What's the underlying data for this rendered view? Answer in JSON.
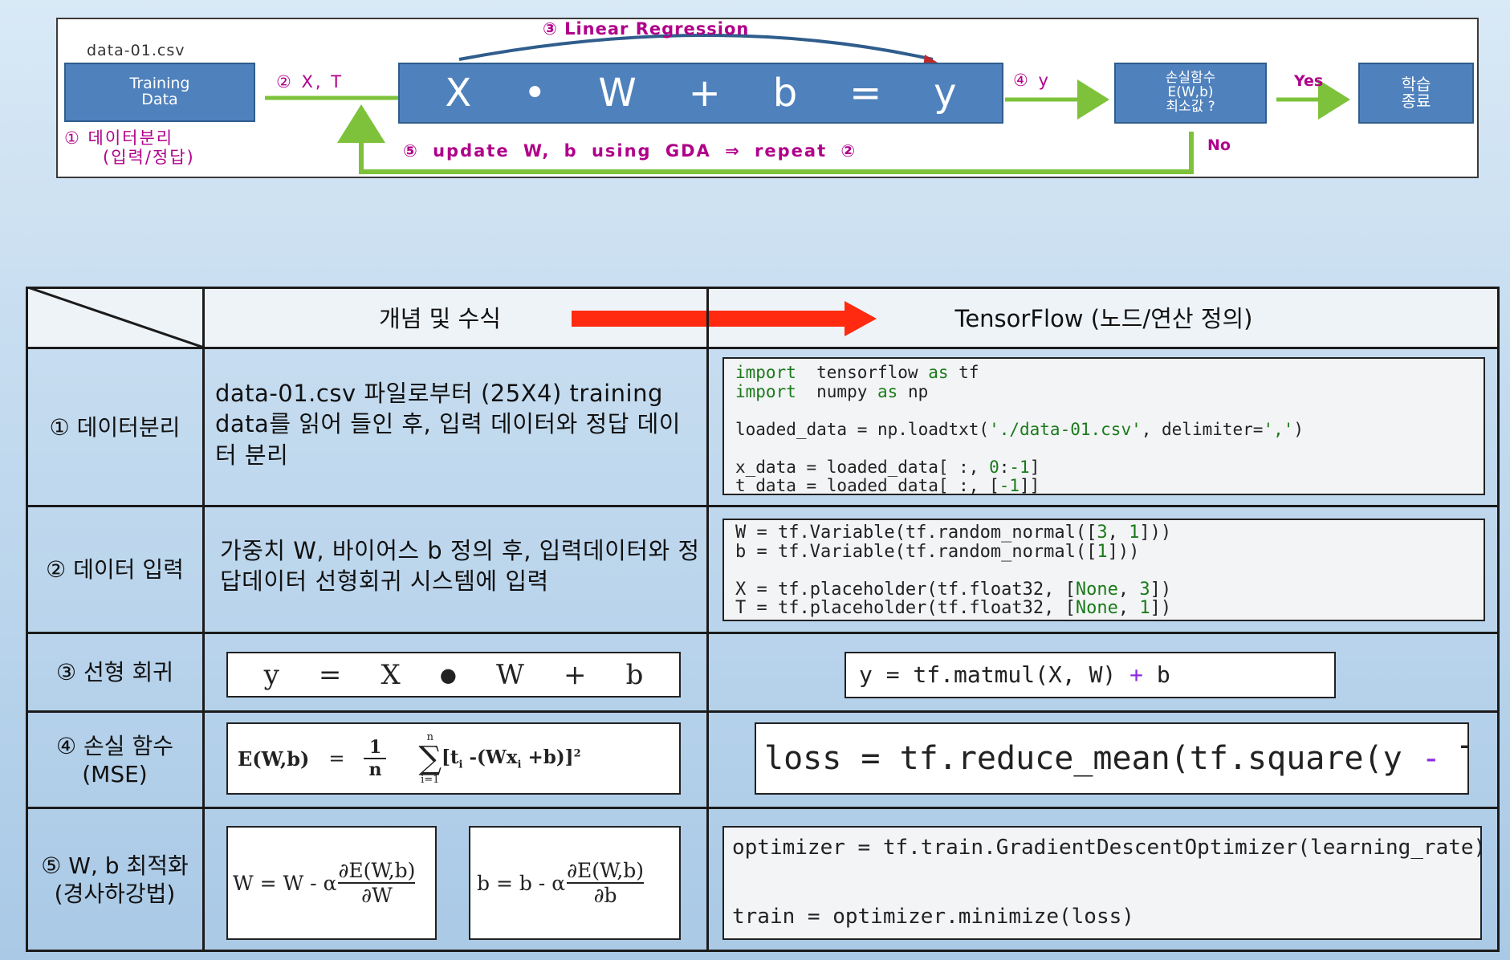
{
  "flow": {
    "filename": "data-01.csv",
    "training_box": "Training\nData",
    "step1_label": "① 데이터분리",
    "step1_sub": "(입력/정답)",
    "step2_label": "② X, T",
    "step3_label": "③ Linear Regression",
    "equation_parts": [
      "X",
      "•",
      "W",
      "+",
      "b",
      "=",
      "y"
    ],
    "step4_label": "④ y",
    "loss_box": "손실함수\nE(W,b)\n최소값 ?",
    "yes_label": "Yes",
    "no_label": "No",
    "end_box": "학습\n종료",
    "step5_label": "⑤ update W, b using GDA ⇒ repeat ②",
    "colors": {
      "box": "#4f81bd",
      "arrow": "#7dc23a",
      "accent": "#b0008a",
      "arc": "#2f5d8c"
    }
  },
  "table": {
    "header_concept": "개념 및 수식",
    "header_tf": "TensorFlow (노드/연산 정의)",
    "header_arrow_color": "#ff2a10",
    "rows": [
      {
        "label": "① 데이터분리",
        "concept": "data-01.csv 파일로부터 (25X4) training data를 읽어 들인 후, 입력 데이터와 정답 데이터 분리",
        "code": [
          [
            [
              "kw",
              "import"
            ],
            [
              "",
              "  tensorflow "
            ],
            [
              "kw",
              "as"
            ],
            [
              "",
              " tf"
            ]
          ],
          [
            [
              "kw",
              "import"
            ],
            [
              "",
              "  numpy "
            ],
            [
              "kw",
              "as"
            ],
            [
              "",
              " np"
            ]
          ],
          [
            [
              "",
              ""
            ]
          ],
          [
            [
              "",
              "loaded_data = np.loadtxt("
            ],
            [
              "str",
              "'./data-01.csv'"
            ],
            [
              "",
              ", delimiter="
            ],
            [
              "str",
              "','"
            ],
            [
              "",
              ")"
            ]
          ],
          [
            [
              "",
              ""
            ]
          ],
          [
            [
              "",
              "x_data = loaded_data[ :, "
            ],
            [
              "num",
              "0"
            ],
            [
              "",
              ":"
            ],
            [
              "num",
              "-1"
            ],
            [
              "",
              "]"
            ]
          ],
          [
            [
              "",
              "t_data = loaded_data[ :, ["
            ],
            [
              "num",
              "-1"
            ],
            [
              "",
              "]]"
            ]
          ]
        ]
      },
      {
        "label": "② 데이터 입력",
        "concept": "가중치 W, 바이어스 b 정의 후, 입력데이터와 정답데이터 선형회귀 시스템에 입력",
        "code": [
          [
            [
              "",
              "W = tf.Variable(tf.random_normal(["
            ],
            [
              "num",
              "3"
            ],
            [
              "",
              ", "
            ],
            [
              "num",
              "1"
            ],
            [
              "",
              "]))"
            ]
          ],
          [
            [
              "",
              "b = tf.Variable(tf.random_normal(["
            ],
            [
              "num",
              "1"
            ],
            [
              "",
              "]))"
            ]
          ],
          [
            [
              "",
              ""
            ]
          ],
          [
            [
              "",
              "X = tf.placeholder(tf.float32, ["
            ],
            [
              "kw",
              "None"
            ],
            [
              "",
              ", "
            ],
            [
              "num",
              "3"
            ],
            [
              "",
              "])"
            ]
          ],
          [
            [
              "",
              "T = tf.placeholder(tf.float32, ["
            ],
            [
              "kw",
              "None"
            ],
            [
              "",
              ", "
            ],
            [
              "num",
              "1"
            ],
            [
              "",
              "])"
            ]
          ]
        ]
      },
      {
        "label": "③ 선형 회귀",
        "concept_eq": [
          "y",
          "=",
          "X",
          "●",
          "W",
          "+",
          "b"
        ],
        "code": [
          [
            [
              "",
              "y = tf.matmul(X, W) "
            ],
            [
              "op",
              "+"
            ],
            [
              "",
              " b"
            ]
          ]
        ]
      },
      {
        "label": "④ 손실 함수\n(MSE)",
        "concept_eq": {
          "lhs": "E(W,b)",
          "eq": "=",
          "frac_num": "1",
          "frac_den": "n",
          "sum_top": "n",
          "sum_bottom": "i=1",
          "body": "[t",
          "body_sub_i": "i",
          "body_mid": " -(Wx",
          "body_sub_i2": "i",
          "body_end": " +b)]",
          "power": "2"
        },
        "code": [
          [
            [
              "",
              "loss = tf.reduce_mean(tf.square(y "
            ],
            [
              "op",
              "-"
            ],
            [
              "",
              " T))"
            ]
          ]
        ]
      },
      {
        "label": "⑤ W, b 최적화\n(경사하강법)",
        "concept_w": {
          "lhs": "W = W - α",
          "num": "∂E(W,b)",
          "den": "∂W"
        },
        "concept_b": {
          "lhs": "b = b - α",
          "num": "∂E(W,b)",
          "den": "∂b"
        },
        "code": [
          [
            [
              "",
              "optimizer = tf.train.GradientDescentOptimizer(learning_rate)"
            ]
          ],
          [
            [
              "",
              ""
            ]
          ],
          [
            [
              "",
              "train = optimizer.minimize(loss)"
            ]
          ]
        ]
      }
    ]
  }
}
